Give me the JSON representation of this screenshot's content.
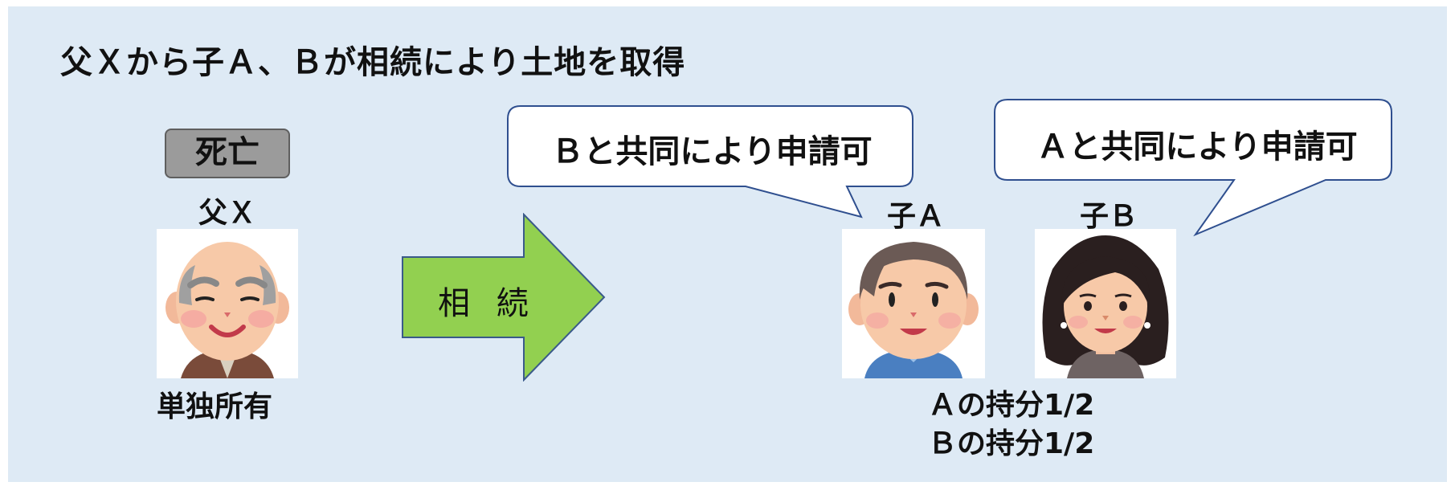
{
  "title": "父Ｘから子Ａ、Ｂが相続により土地を取得",
  "father": {
    "status_badge": "死亡",
    "name": "父Ｘ",
    "ownership": "単独所有"
  },
  "arrow": {
    "label": "相 続",
    "color": "#92d050"
  },
  "children": {
    "a": {
      "name": "子Ａ",
      "share": "Ａの持分1/2"
    },
    "b": {
      "name": "子Ｂ",
      "share": "Ｂの持分1/2"
    }
  },
  "bubbles": {
    "child_a": "Ｂと共同により申請可",
    "child_b": "Ａと共同により申請可"
  },
  "icons": [
    "elderly-man-icon",
    "man-icon",
    "woman-icon"
  ],
  "colors": {
    "panel": "#deeaf5",
    "badge": "#9b9b9b",
    "bubble_border": "#2f4f8f"
  }
}
